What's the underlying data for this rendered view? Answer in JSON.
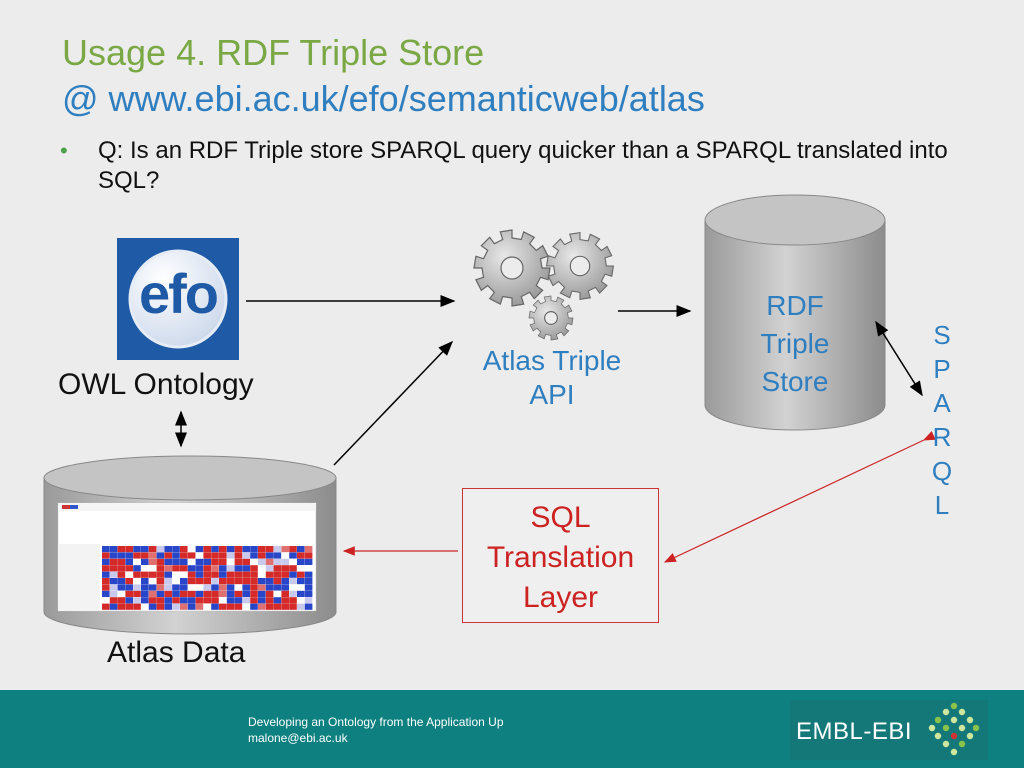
{
  "title": {
    "line1": "Usage 4. RDF Triple Store",
    "line2": "@ www.ebi.ac.uk/efo/semanticweb/atlas"
  },
  "bullet": "Q: Is an RDF Triple store SPARQL query quicker than a SPARQL translated into SQL?",
  "nodes": {
    "efo_logo": "efo",
    "owl_ontology": "OWL Ontology",
    "atlas_data": "Atlas Data",
    "api_line1": "Atlas Triple",
    "api_line2": "API",
    "rdf_line1": "RDF",
    "rdf_line2": "Triple",
    "rdf_line3": "Store",
    "sql_line1": "SQL",
    "sql_line2": "Translation",
    "sql_line3": "Layer",
    "sparql_letters": [
      "S",
      "P",
      "A",
      "R",
      "Q",
      "L"
    ]
  },
  "footer": {
    "line1": "Developing an Ontology from the Application Up",
    "line2": "malone@ebi.ac.uk",
    "logo": "EMBL-EBI"
  },
  "colors": {
    "title_green": "#7aa845",
    "title_blue": "#2f7fc0",
    "bullet": "#4ea14a",
    "sql_red": "#cc2222",
    "footer": "#0e8080"
  }
}
